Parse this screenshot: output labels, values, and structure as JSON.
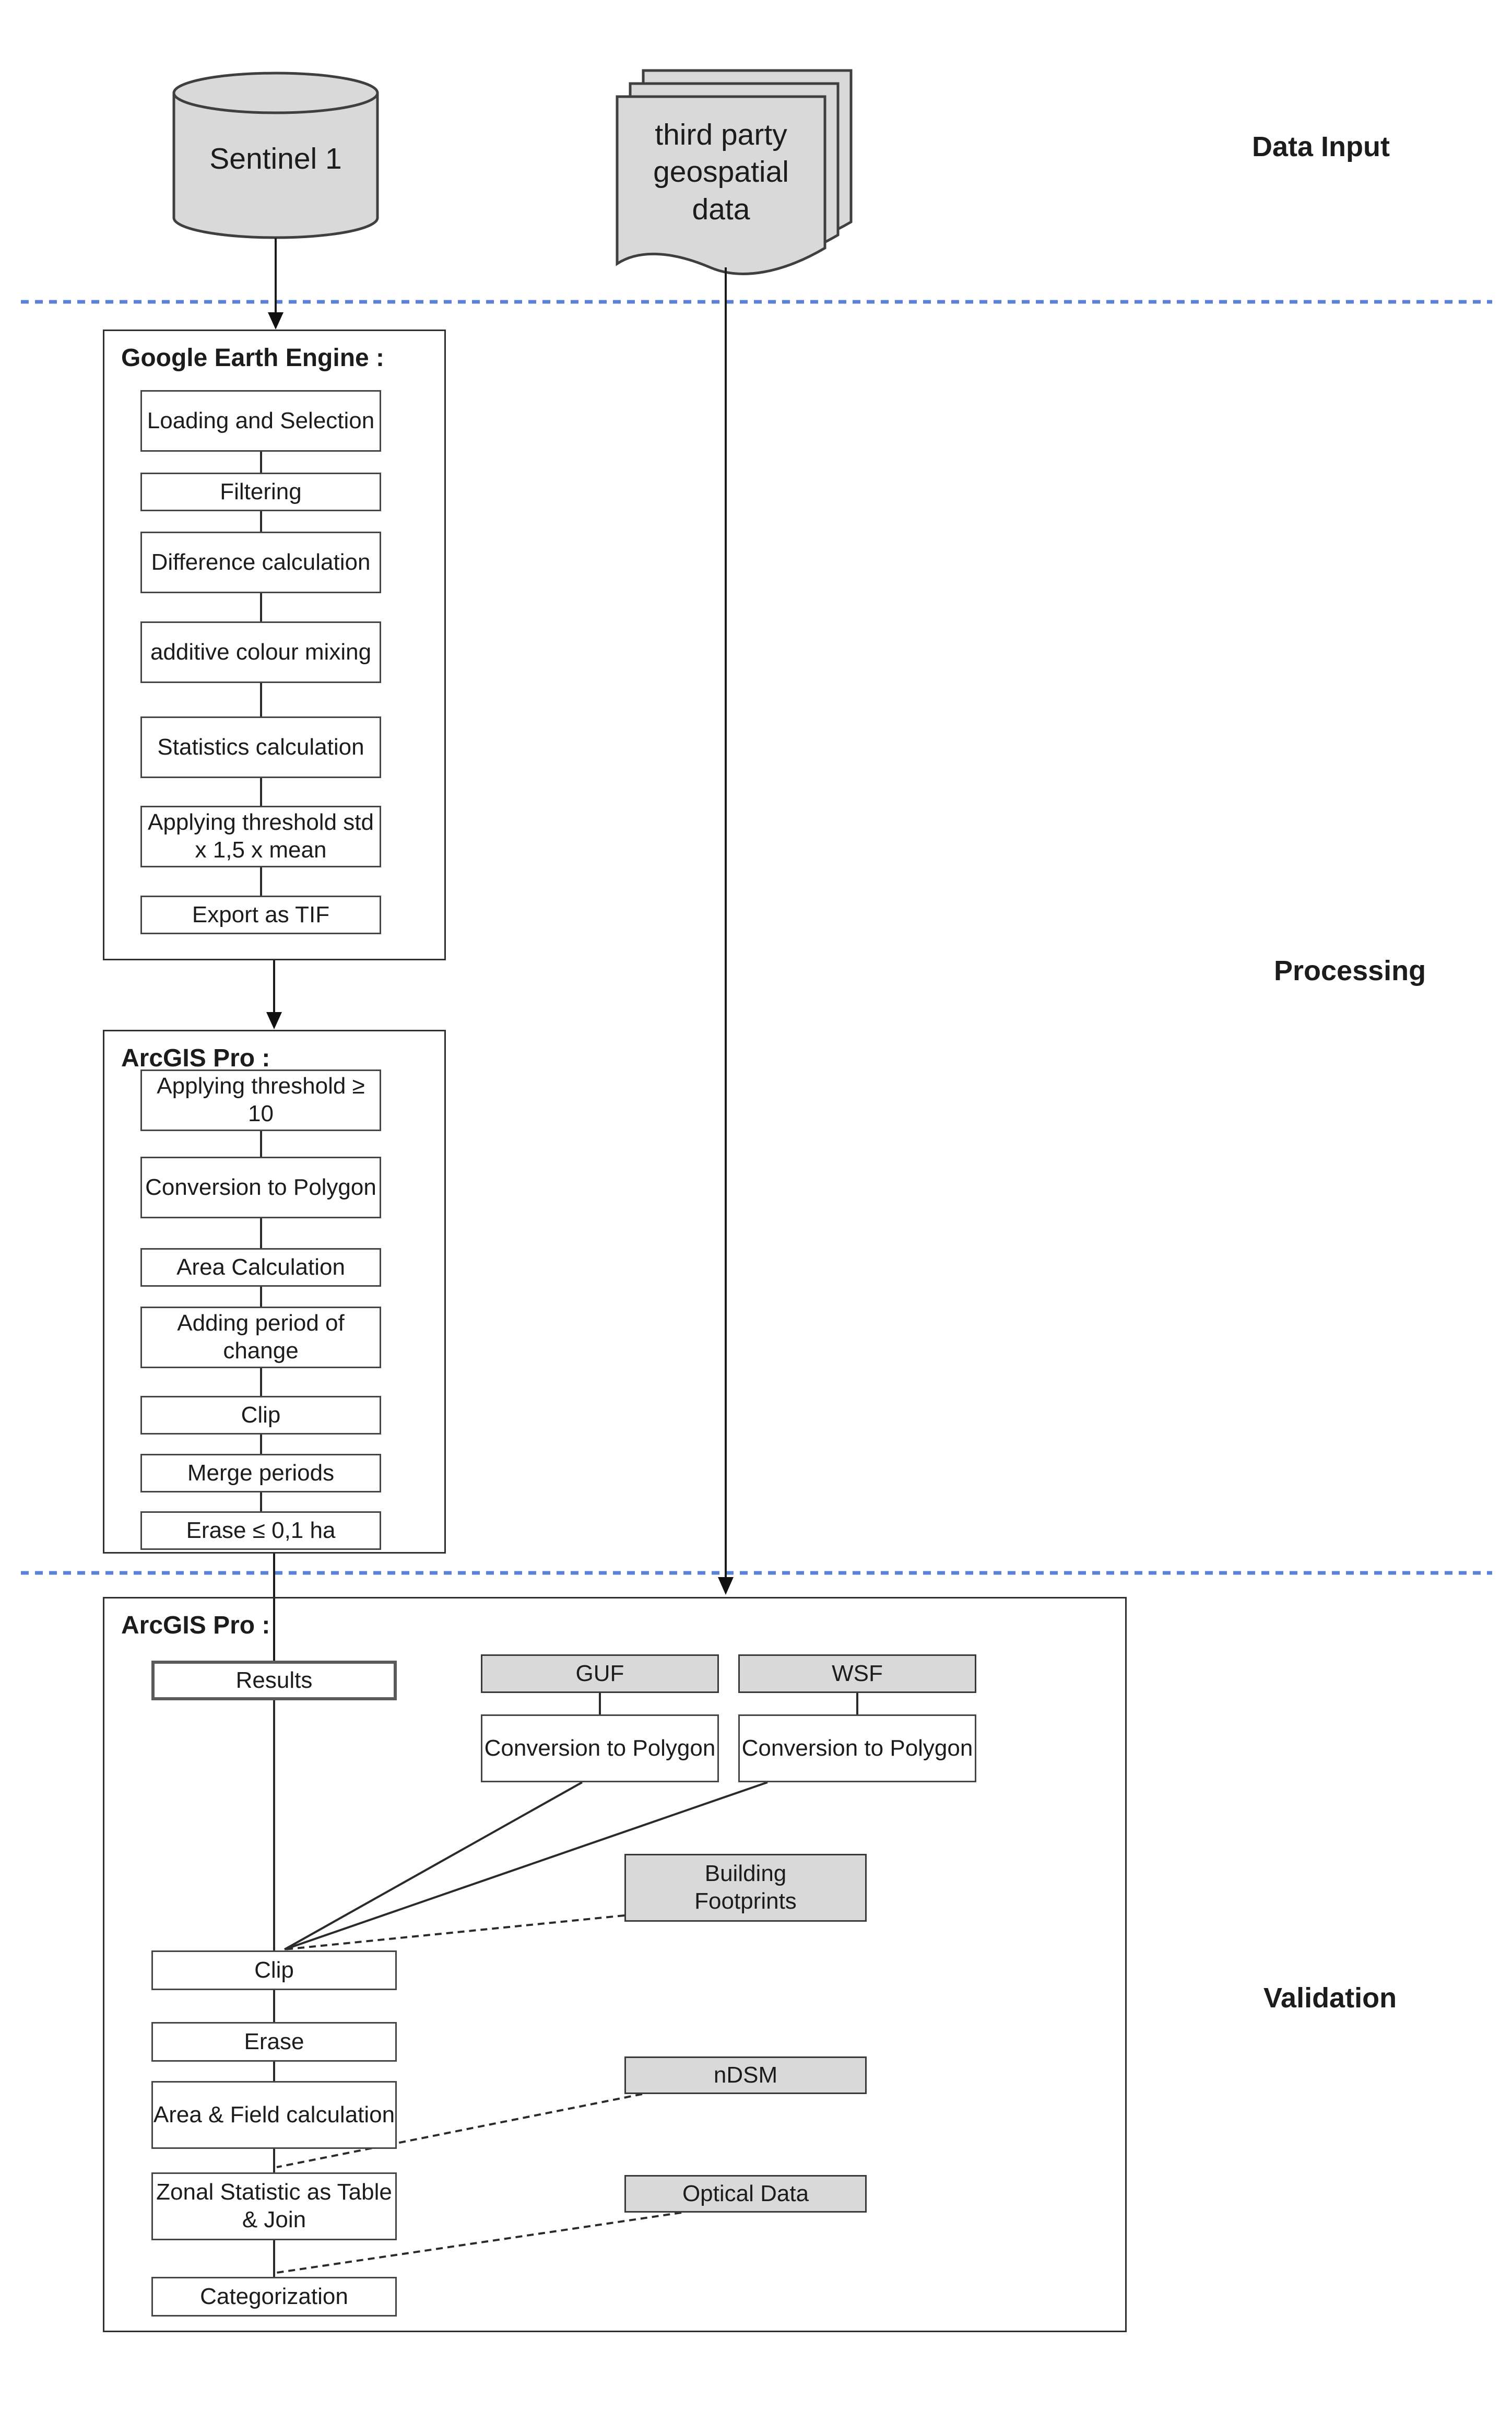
{
  "section_labels": {
    "data_input": "Data Input",
    "processing": "Processing",
    "validation": "Validation"
  },
  "inputs": {
    "sentinel": "Sentinel 1",
    "third_party": "third party geospatial data"
  },
  "gee": {
    "title": "Google Earth Engine :",
    "steps": [
      "Loading and Selection",
      "Filtering",
      "Difference calculation",
      "additive colour mixing",
      "Statistics calculation",
      "Applying threshold std x 1,5 x mean",
      "Export as TIF"
    ]
  },
  "arcgis_processing": {
    "title": "ArcGIS Pro :",
    "steps": [
      "Applying threshold ≥ 10",
      "Conversion to Polygon",
      "Area Calculation",
      "Adding period of change",
      "Clip",
      "Merge periods",
      "Erase ≤ 0,1 ha"
    ]
  },
  "arcgis_validation": {
    "title": "ArcGIS Pro :",
    "results": "Results",
    "guf": "GUF",
    "wsf": "WSF",
    "conversion_guf": "Conversion to Polygon",
    "conversion_wsf": "Conversion to Polygon",
    "building_footprints": "Building Footprints",
    "clip": "Clip",
    "erase": "Erase",
    "area_field": "Area & Field calculation",
    "ndsm": "nDSM",
    "zonal": "Zonal Statistic as Table & Join",
    "optical": "Optical Data",
    "categorization": "Categorization"
  },
  "colors": {
    "separator_blue": "#5b82d8",
    "shape_fill": "#d9d9d9",
    "line_dark": "#2a2a2a"
  }
}
